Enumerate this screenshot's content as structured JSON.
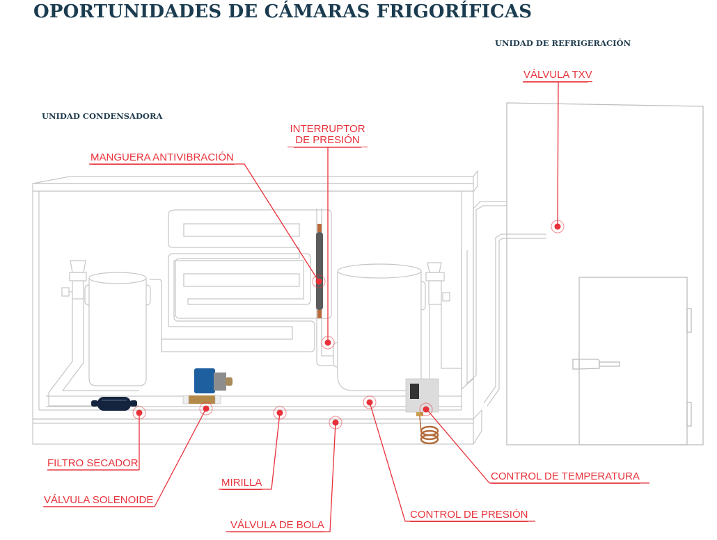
{
  "title": "OPORTUNIDADES DE CÁMARAS FRIGORÍFICAS",
  "sections": {
    "condensing_unit": "UNIDAD CONDENSADORA",
    "refrigeration_unit": "UNIDAD DE REFRIGERACIÓN"
  },
  "colors": {
    "title": "#1b3c50",
    "callout": "#e8313a",
    "outline": "#c4c4c4"
  },
  "callouts": [
    {
      "id": "valvula-txv",
      "label": "VÁLVULA TXV",
      "component": "thermostatic expansion valve"
    },
    {
      "id": "interruptor-presion",
      "label": "INTERRUPTOR\nDE PRESIÓN",
      "line1": "INTERRUPTOR",
      "line2": "DE PRESIÓN",
      "component": "pressure switch"
    },
    {
      "id": "manguera-antivibracion",
      "label": "MANGUERA ANTIVIBRACIÓN",
      "component": "anti-vibration hose"
    },
    {
      "id": "filtro-secador",
      "label": "FILTRO SECADOR",
      "component": "filter drier"
    },
    {
      "id": "valvula-solenoide",
      "label": "VÁLVULA SOLENOIDE",
      "component": "solenoid valve"
    },
    {
      "id": "mirilla",
      "label": "MIRILLA",
      "component": "sight glass"
    },
    {
      "id": "valvula-bola",
      "label": "VÁLVULA DE BOLA",
      "component": "ball valve"
    },
    {
      "id": "control-presion",
      "label": "CONTROL DE PRESIÓN",
      "component": "pressure control"
    },
    {
      "id": "control-temperatura",
      "label": "CONTROL DE TEMPERATURA",
      "component": "temperature control"
    }
  ]
}
